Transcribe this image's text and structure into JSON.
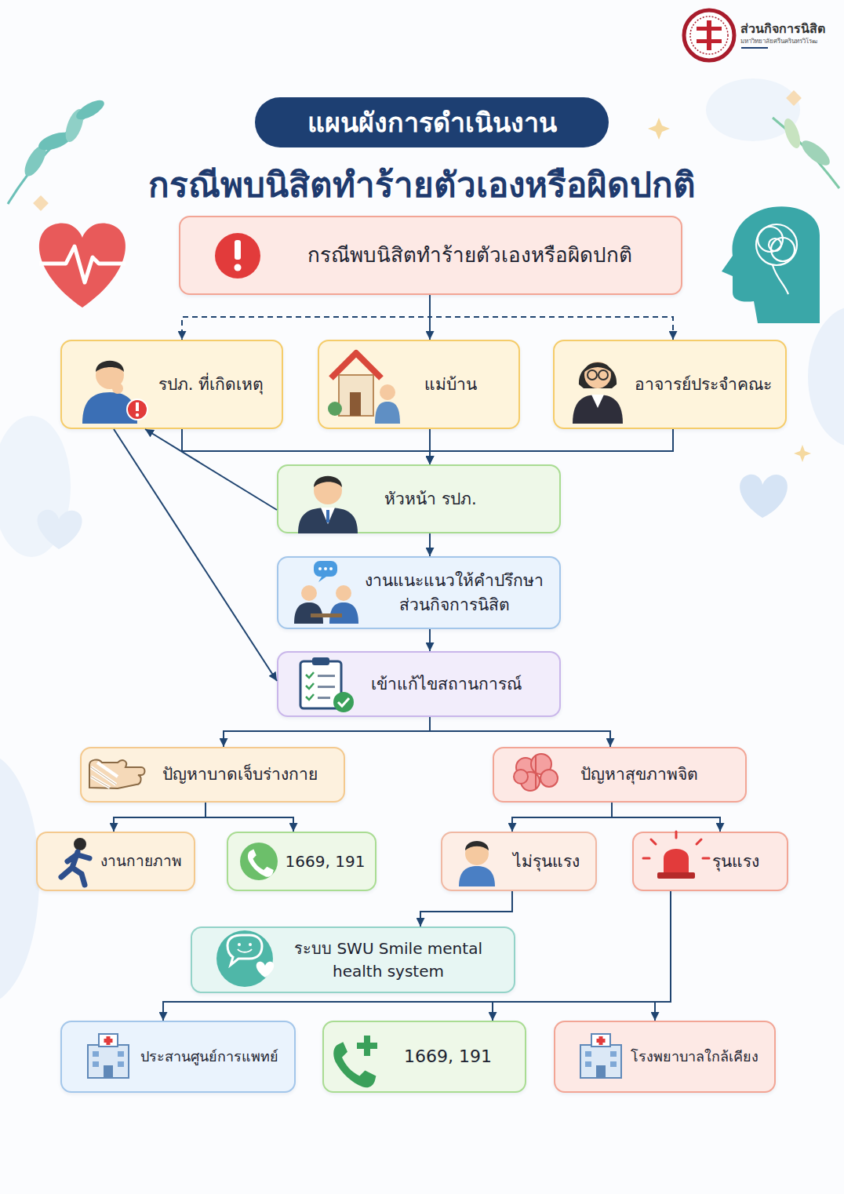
{
  "diagram": {
    "title": "แผนผังการดำเนินงาน",
    "nodes": [
      {
        "text": [
          "กรณีพบนิสิตทำร้ายตัวเองหรือผิดปกติ"
        ]
      },
      {
        "text": [
          "รปภ. ที่เกิดเหตุ"
        ]
      },
      {
        "text": [
          "แม่บ้าน"
        ]
      },
      {
        "text": [
          "อาจารย์ประจำคณะ"
        ]
      },
      {
        "text": [
          "หัวหน้า รปภ."
        ]
      },
      {
        "text": [
          "งานแนะแนวให้คำปรึกษา ส่วนกิจการนิสิต"
        ]
      },
      {
        "text": [
          "เข้าแก้ไขสถานการณ์"
        ]
      },
      {
        "text": [
          "ปัญหาบาดเจ็บร่างกาย"
        ]
      },
      {
        "text": [
          "ปัญหาสุขภาพจิต"
        ]
      },
      {
        "text": [
          "งานกายภาพ"
        ]
      },
      {
        "text": [
          "1669, 191"
        ]
      },
      {
        "text": [
          "ไม่รุนแรง"
        ]
      },
      {
        "text": [
          "รุนแรง"
        ]
      },
      {
        "text": [
          "ระบบ SWU Smile mental health system"
        ]
      },
      {
        "text": [
          "ประสานศูนย์การแพทย์"
        ]
      },
      {
        "text": [
          "1669, 191"
        ]
      },
      {
        "text": [
          "โรงพยาบาลใกล้เคียง"
        ]
      }
    ],
    "edges": [
      {
        "from": 0,
        "to": 1,
        "arrow": "to"
      },
      {
        "from": 0,
        "to": 2,
        "arrow": "to"
      },
      {
        "from": 0,
        "to": 3,
        "arrow": "to"
      },
      {
        "from": 1,
        "to": 4,
        "arrow": "to"
      },
      {
        "from": 2,
        "to": 4,
        "arrow": "to"
      },
      {
        "from": 3,
        "to": 4,
        "arrow": "to"
      },
      {
        "from": 4,
        "to": 1,
        "arrow": "to"
      },
      {
        "from": 1,
        "to": 6,
        "arrow": "to"
      },
      {
        "from": 4,
        "to": 5,
        "arrow": "to"
      },
      {
        "from": 5,
        "to": 6,
        "arrow": "to"
      },
      {
        "from": 6,
        "to": 7,
        "arrow": "to"
      },
      {
        "from": 6,
        "to": 8,
        "arrow": "to"
      },
      {
        "from": 7,
        "to": 9,
        "arrow": "to"
      },
      {
        "from": 7,
        "to": 10,
        "arrow": "to"
      },
      {
        "from": 8,
        "to": 11,
        "arrow": "to"
      },
      {
        "from": 8,
        "to": 12,
        "arrow": "to"
      },
      {
        "from": 11,
        "to": 13,
        "arrow": "to"
      },
      {
        "from": 12,
        "to": 14,
        "arrow": "to"
      },
      {
        "from": 12,
        "to": 15,
        "arrow": "to"
      },
      {
        "from": 12,
        "to": 16,
        "arrow": "to"
      }
    ],
    "labels": [
      "กรณีพบนิสิตทำร้ายตัวเองหรือผิดปกติ",
      "ส่วนกิจการนิสิต",
      "มหาวิทยาลัยศรีนครินทรวิโรฒ"
    ]
  }
}
